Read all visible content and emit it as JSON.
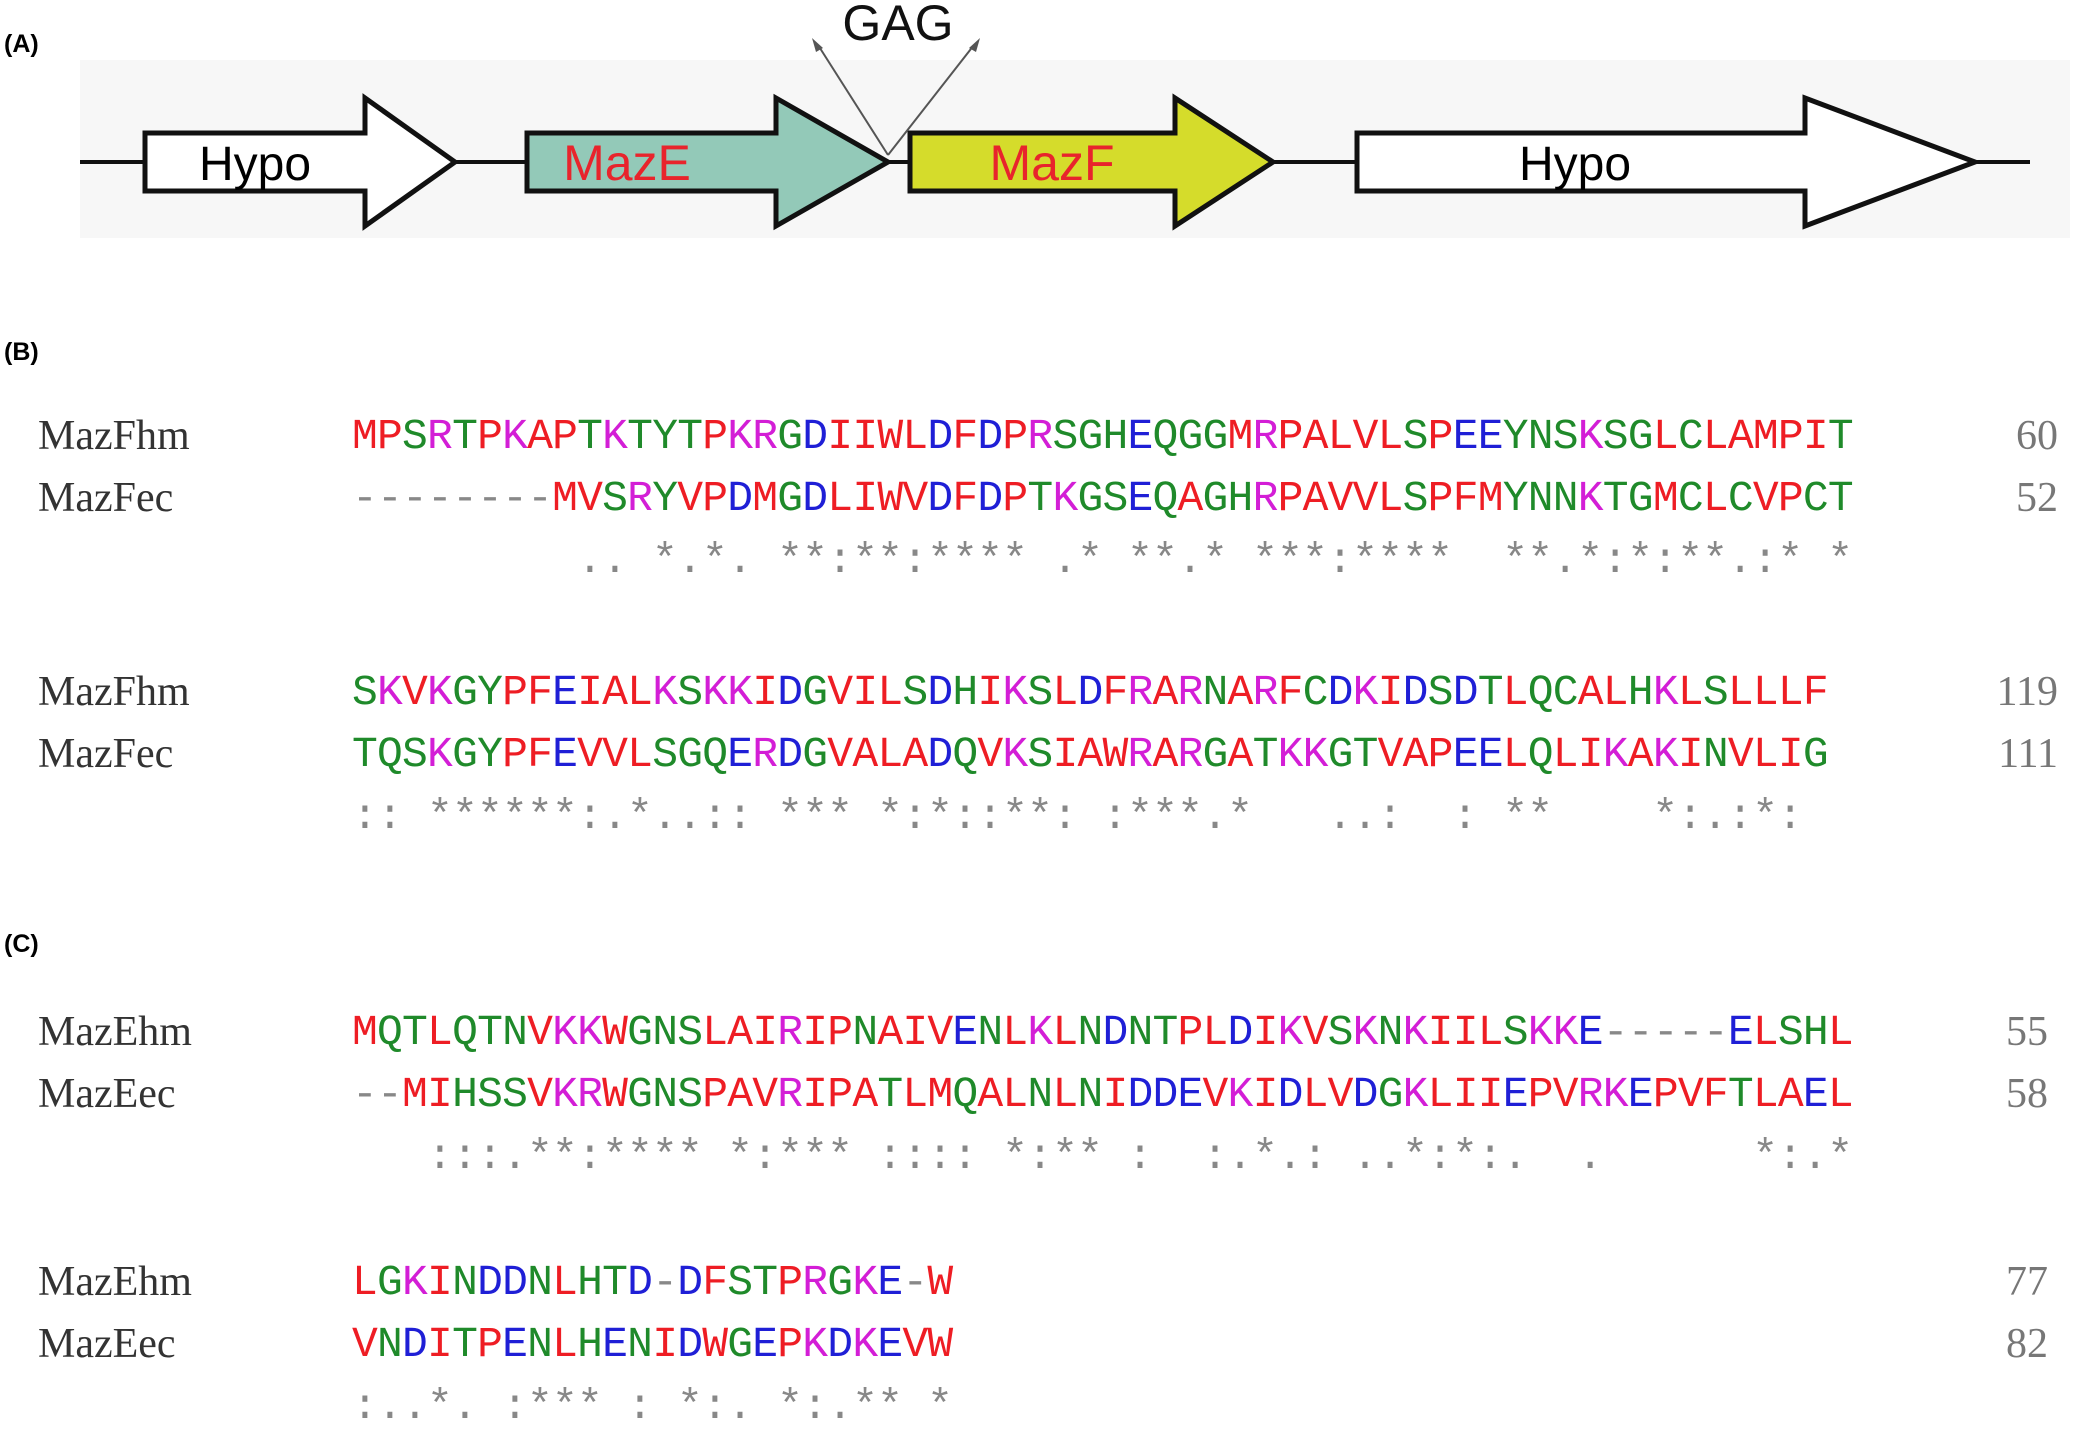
{
  "panels": {
    "a": "(A)",
    "b": "(B)",
    "c": "(C)"
  },
  "gene_diagram": {
    "genes": [
      {
        "label": "Hypo",
        "fill": "#ffffff",
        "text_color": "#000000"
      },
      {
        "label": "MazE",
        "fill": "#93c9b8",
        "text_color": "#e8242c"
      },
      {
        "label": "MazF",
        "fill": "#d5dc2b",
        "text_color": "#e8242c"
      },
      {
        "label": "Hypo",
        "fill": "#ffffff",
        "text_color": "#000000"
      }
    ],
    "junction_label": "GAG"
  },
  "colors": {
    "red": "#ee1d24",
    "magenta": "#d31ed6",
    "blue": "#1f1fd6",
    "green": "#1f8a2a",
    "brown": "#7a5a1a",
    "gray": "#888888"
  },
  "alignment_b": {
    "blocks": [
      {
        "rows": [
          {
            "name": "MazFhm",
            "seq": "MPSRTPKAPTKTYTPKRGDIIWLDFDPRSGHEQGGMRPALVLSPEEYNSKSGLCLAMPIT",
            "end": "60"
          },
          {
            "name": "MazFec",
            "seq": "--------MVSRYVPDMGDLIWVDFDPTKGSEQAGHRPAVVLSPFMYNNKTGMCLCVPCT",
            "end": "52"
          }
        ],
        "consensus": "         .. *.*. **:**:**** .* **.* ***:****  **.*:*:**.:* *"
      },
      {
        "rows": [
          {
            "name": "MazFhm",
            "seq": "SKVKGYPFEIALKSKKIDGVILSDHIKSLDFRARNARFCDKIDSDTLQCALHKLSLLLF",
            "end": "119"
          },
          {
            "name": "MazFec",
            "seq": "TQSKGYPFEVVLSGQERDGVALADQVKSIAWRARGATKKGTVAPEELQLIKAKINVLIG",
            "end": "111"
          }
        ],
        "consensus": ":: ******:.*..:: *** *:*::**: :***.*   ..:  : **    *:.:*:"
      }
    ]
  },
  "alignment_c": {
    "blocks": [
      {
        "rows": [
          {
            "name": "MazEhm",
            "seq": "MQTLQTNVKKWGNSLAIRIPNAIVENLKLNDNTPLDIKVSKNKIILSKKE-----ELSHL",
            "end": "55"
          },
          {
            "name": "MazEec",
            "seq": "--MIHSSVKRWGNSPAVRIPATLMQALNLNIDDEVKIDLVDGKLIIEPVRKEPVFTLAEL",
            "end": "58"
          }
        ],
        "consensus": "   :::.**:**** *:*** :::: *:** :  :.*.: ..*:*:.  .      *:.*"
      },
      {
        "rows": [
          {
            "name": "MazEhm",
            "seq": "LGKINDDNLHTD-DFSTPRGKE-W",
            "end": "77"
          },
          {
            "name": "MazEec",
            "seq": "VNDITPENLHENIDWGEPKDKEVW",
            "end": "82"
          }
        ],
        "consensus": ":..*. :*** : *:. *:.** *"
      }
    ]
  }
}
